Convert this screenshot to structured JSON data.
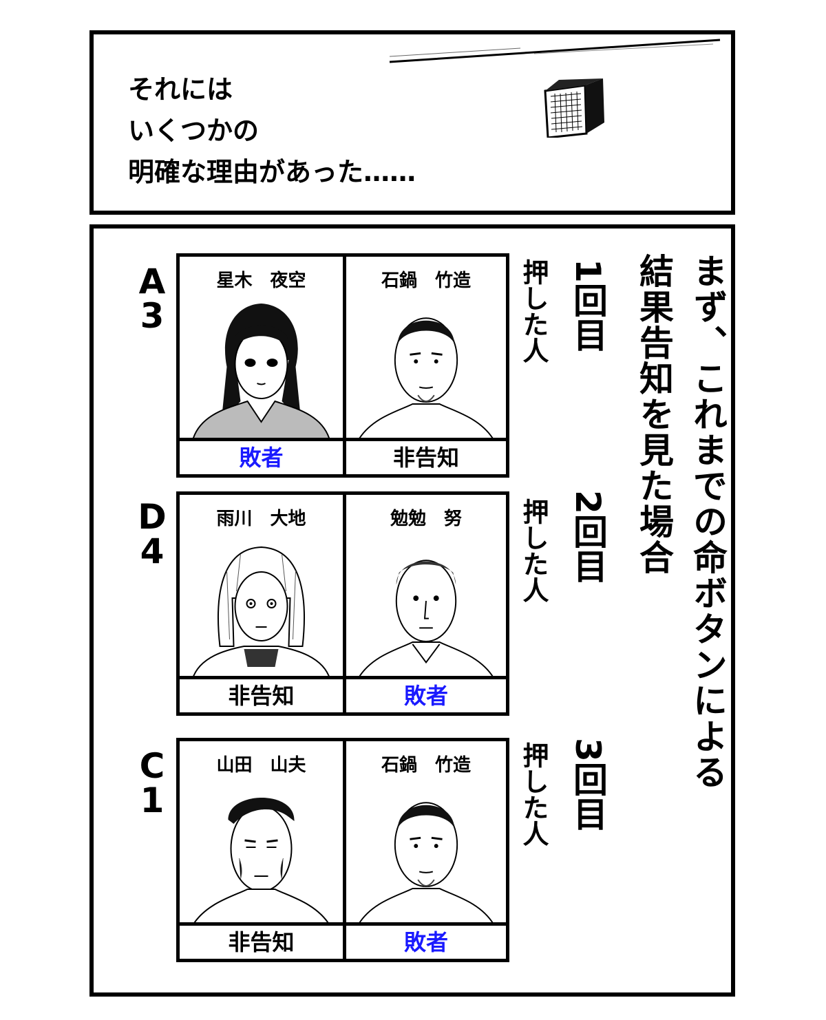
{
  "narration": {
    "lines": [
      "それには",
      "いくつかの",
      "明確な理由があった‥‥‥"
    ]
  },
  "heading": {
    "line1": "まず、これまでの命ボタンによる",
    "line2": "結果告知を見た場合"
  },
  "rounds": [
    {
      "round_label": "1回目",
      "pushed_label": "押した人",
      "code_letter": "A",
      "code_number": "3",
      "persons": [
        {
          "name": "星木　夜空",
          "status": "敗者"
        },
        {
          "name": "石鍋　竹造",
          "status": "非告知"
        }
      ]
    },
    {
      "round_label": "2回目",
      "pushed_label": "押した人",
      "code_letter": "D",
      "code_number": "4",
      "persons": [
        {
          "name": "雨川　大地",
          "status": "非告知"
        },
        {
          "name": "勉勉　努",
          "status": "敗者"
        }
      ]
    },
    {
      "round_label": "3回目",
      "pushed_label": "押した人",
      "code_letter": "C",
      "code_number": "1",
      "persons": [
        {
          "name": "山田　山夫",
          "status": "非告知"
        },
        {
          "name": "石鍋　竹造",
          "status": "敗者"
        }
      ]
    }
  ],
  "colors": {
    "loser_text": "#1a1aff",
    "ink": "#000000"
  }
}
